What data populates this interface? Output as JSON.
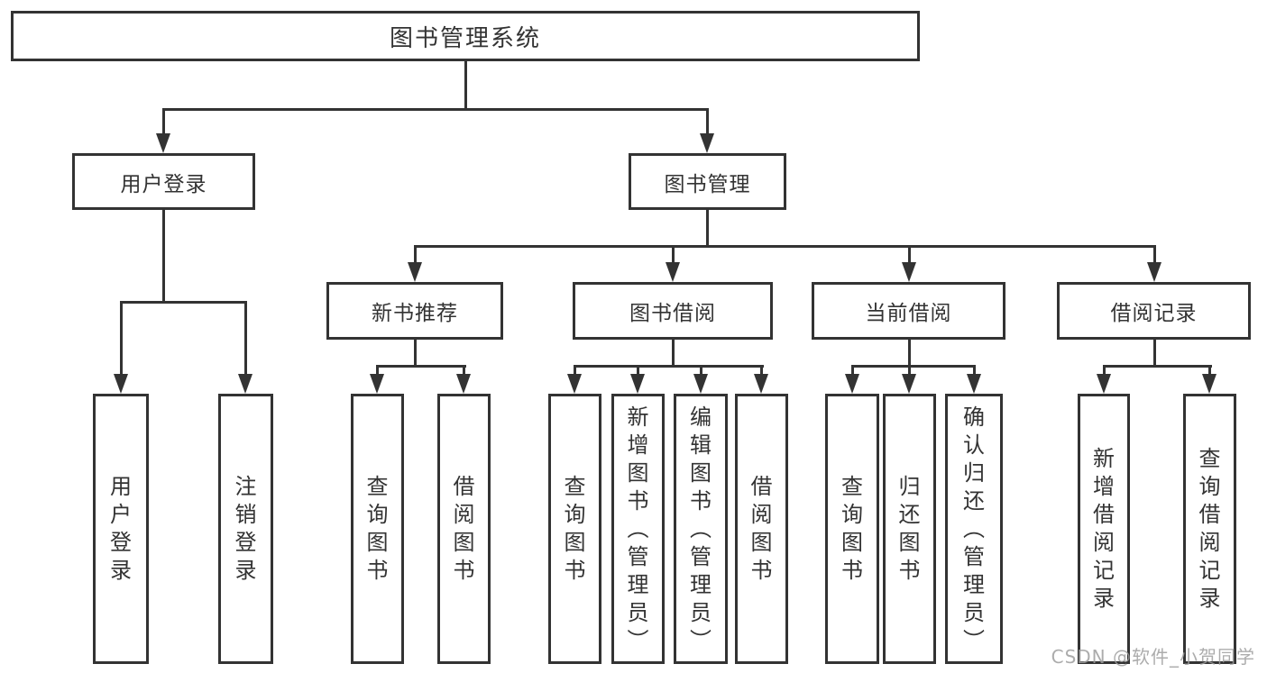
{
  "tree": {
    "label": "图书管理系统",
    "children": [
      {
        "label": "用户登录",
        "children": [
          {
            "label": "用户登录"
          },
          {
            "label": "注销登录"
          }
        ]
      },
      {
        "label": "图书管理",
        "children": [
          {
            "label": "新书推荐",
            "children": [
              {
                "label": "查询图书"
              },
              {
                "label": "借阅图书"
              }
            ]
          },
          {
            "label": "图书借阅",
            "children": [
              {
                "label": "查询图书"
              },
              {
                "label": "新增图书（管理员）"
              },
              {
                "label": "编辑图书（管理员）"
              },
              {
                "label": "借阅图书"
              }
            ]
          },
          {
            "label": "当前借阅",
            "children": [
              {
                "label": "查询图书"
              },
              {
                "label": "归还图书"
              },
              {
                "label": "确认归还（管理员）"
              }
            ]
          },
          {
            "label": "借阅记录",
            "children": [
              {
                "label": "新增借阅记录"
              },
              {
                "label": "查询借阅记录"
              }
            ]
          }
        ]
      }
    ]
  },
  "watermark": "CSDN @软件_小贺同学",
  "colors": {
    "line": "#333333",
    "text": "#333333",
    "background": "#ffffff",
    "watermark": "#9e9e9e"
  }
}
